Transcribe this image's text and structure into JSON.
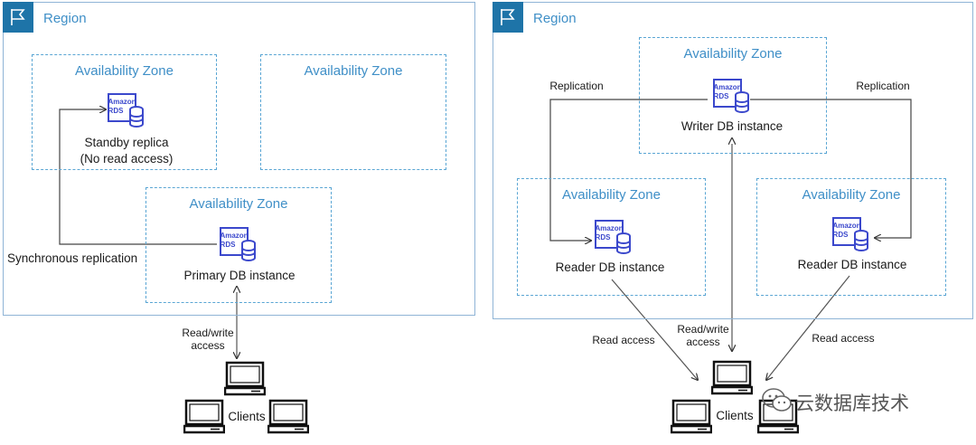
{
  "left": {
    "region_label": "Region",
    "az_labels": [
      "Availability Zone",
      "Availability Zone",
      "Availability Zone"
    ],
    "standby": {
      "line1": "Standby replica",
      "line2": "(No read access)"
    },
    "primary": "Primary DB instance",
    "sync_replication": "Synchronous replication",
    "rw_access": {
      "line1": "Read/write",
      "line2": "access"
    },
    "clients": "Clients"
  },
  "right": {
    "region_label": "Region",
    "az_labels": [
      "Availability Zone",
      "Availability Zone",
      "Availability Zone"
    ],
    "writer": "Writer DB instance",
    "reader_left": "Reader DB instance",
    "reader_right": "Reader DB instance",
    "replication_left": "Replication",
    "replication_right": "Replication",
    "read_access_left": "Read access",
    "read_access_right": "Read access",
    "rw_access": {
      "line1": "Read/write",
      "line2": "access"
    },
    "clients": "Clients"
  },
  "rds_icon": {
    "line1": "Amazon",
    "line2": "RDS",
    "icon": "database-icon"
  },
  "watermark": "云数据库技术",
  "colors": {
    "region_tab": "#1e74a8",
    "az_border": "#5aa6d4",
    "label_blue": "#3f8fc7",
    "rds_purple": "#3b48cc"
  }
}
